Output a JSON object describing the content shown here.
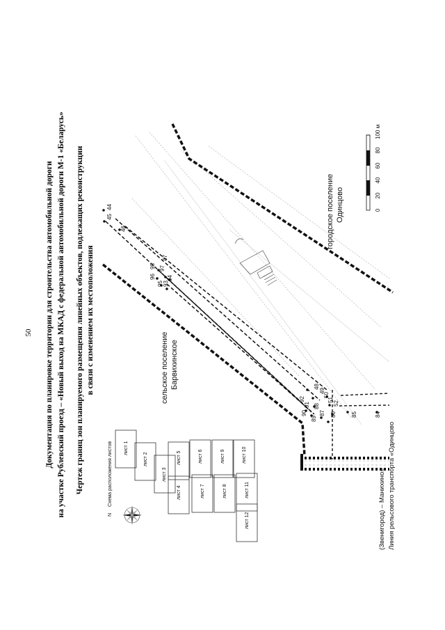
{
  "page_number": "50",
  "header": {
    "line1": "Документация по планировке территории для строительства автомобильной дороги",
    "line2": "на участке Рублевский проезд – «Новый выход на МКАД с федеральной автомобильной дороги М-1 «Беларусь»"
  },
  "subtitle": {
    "line1": "Чертеж границ зон планируемого размещения линейных объектов, подлежащих реконструкции",
    "line2": "в связи с изменением  их местоположения"
  },
  "map": {
    "areas": {
      "rural_line1": "сельское поселение",
      "rural_line2": "Барвихинское",
      "urban_line1": "городское поселение",
      "urban_line2": "Одинцово"
    },
    "railway_line1": "Линия рельсового транспорта «Одинцово",
    "railway_line2": "(Звенигород) – Манихино»",
    "points": {
      "p44": "44",
      "p45": "45",
      "p46": "46",
      "p47": "47",
      "p48": "48",
      "p49": "49",
      "p50": "50",
      "p51": "51",
      "p52": "52",
      "p84": "84",
      "p85": "85",
      "p86": "86",
      "p87": "87",
      "p88": "88",
      "p89": "89",
      "p90": "90",
      "p91": "91",
      "p92": "92",
      "p93": "93",
      "p94": "94",
      "p95": "95",
      "p96": "96",
      "p97": "97",
      "p98": "98"
    },
    "scale": {
      "unit_label": "100 м",
      "ticks": [
        "0",
        "20",
        "40",
        "60",
        "80"
      ]
    }
  },
  "index_map": {
    "title": "Схема расположения листов",
    "north": "N",
    "sheets": [
      "лист 1",
      "лист 2",
      "лист 3",
      "лист 4",
      "лист 5",
      "лист 6",
      "лист 7",
      "лист 8",
      "лист 9",
      "лист 10",
      "лист 11",
      "лист 12"
    ]
  }
}
